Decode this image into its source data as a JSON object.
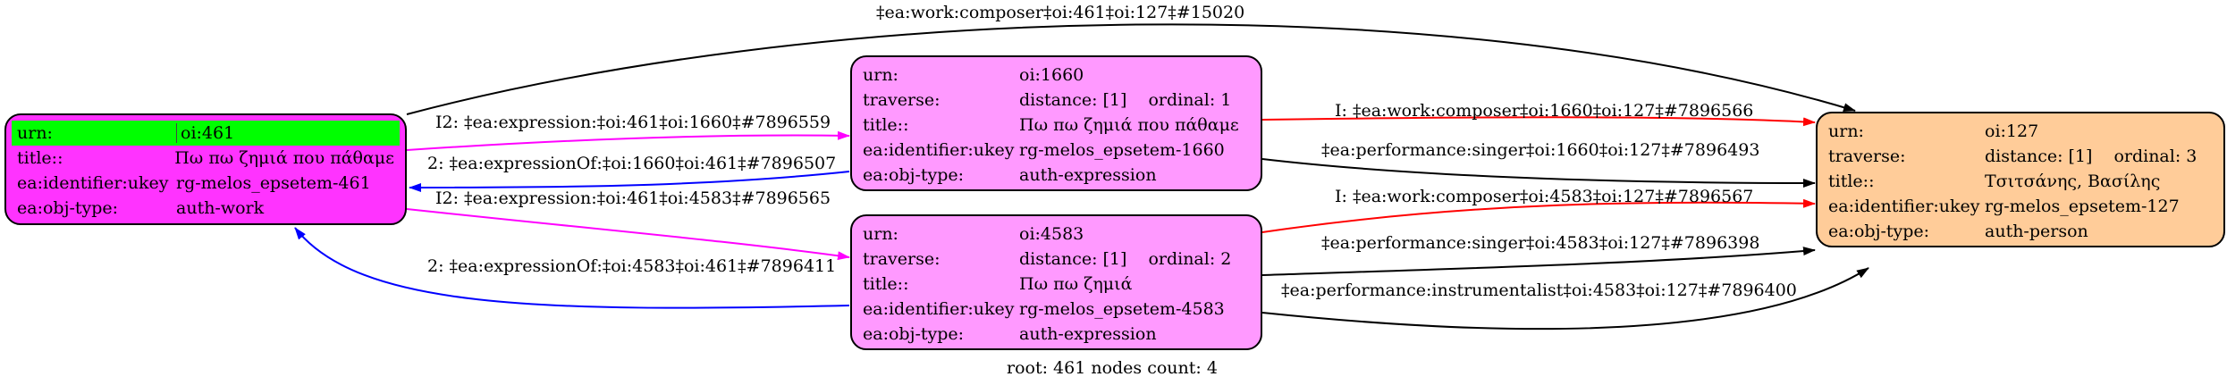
{
  "nodes": {
    "n461": {
      "rows": [
        {
          "k": "urn:",
          "v": "oi:461"
        },
        {
          "k": "title::",
          "v": "Πω πω ζημιά που πάθαμε"
        },
        {
          "k": "ea:identifier:ukey",
          "v": "rg-melos_epsetem-461"
        },
        {
          "k": "ea:obj-type:",
          "v": "auth-work"
        }
      ],
      "fill": "#ff33ff",
      "highlight": "#00ff00"
    },
    "n1660": {
      "rows": [
        {
          "k": "urn:",
          "v": "oi:1660"
        },
        {
          "k": "traverse:",
          "v": "distance: [1]",
          "v2": "ordinal: 1"
        },
        {
          "k": "title::",
          "v": "Πω πω ζημιά που πάθαμε"
        },
        {
          "k": "ea:identifier:ukey",
          "v": "rg-melos_epsetem-1660"
        },
        {
          "k": "ea:obj-type:",
          "v": "auth-expression"
        }
      ],
      "fill": "#ff99ff"
    },
    "n4583": {
      "rows": [
        {
          "k": "urn:",
          "v": "oi:4583"
        },
        {
          "k": "traverse:",
          "v": "distance: [1]",
          "v2": "ordinal: 2"
        },
        {
          "k": "title::",
          "v": "Πω πω ζημιά"
        },
        {
          "k": "ea:identifier:ukey",
          "v": "rg-melos_epsetem-4583"
        },
        {
          "k": "ea:obj-type:",
          "v": "auth-expression"
        }
      ],
      "fill": "#ff99ff"
    },
    "n127": {
      "rows": [
        {
          "k": "urn:",
          "v": "oi:127"
        },
        {
          "k": "traverse:",
          "v": "distance: [1]",
          "v2": "ordinal: 3"
        },
        {
          "k": "title::",
          "v": "Τσιτσάνης, Βασίλης"
        },
        {
          "k": "ea:identifier:ukey",
          "v": "rg-melos_epsetem-127"
        },
        {
          "k": "ea:obj-type:",
          "v": "auth-person"
        }
      ],
      "fill": "#ffcc99"
    }
  },
  "edges": [
    {
      "id": "e-composer-461",
      "label": "‡ea:work:composer‡oi:461‡oi:127‡#15020",
      "color": "#000000"
    },
    {
      "id": "e-expr-461-1660",
      "label": "I2: ‡ea:expression:‡oi:461‡oi:1660‡#7896559",
      "color": "#ff00ff"
    },
    {
      "id": "e-exprof-1660-461",
      "label": "2: ‡ea:expressionOf:‡oi:1660‡oi:461‡#7896507",
      "color": "#0000ff"
    },
    {
      "id": "e-expr-461-4583",
      "label": "I2: ‡ea:expression:‡oi:461‡oi:4583‡#7896565",
      "color": "#ff00ff"
    },
    {
      "id": "e-exprof-4583-461",
      "label": "2: ‡ea:expressionOf:‡oi:4583‡oi:461‡#7896411",
      "color": "#0000ff"
    },
    {
      "id": "e-composer-1660",
      "label": "I: ‡ea:work:composer‡oi:1660‡oi:127‡#7896566",
      "color": "#ff0000"
    },
    {
      "id": "e-singer-1660",
      "label": "‡ea:performance:singer‡oi:1660‡oi:127‡#7896493",
      "color": "#000000"
    },
    {
      "id": "e-composer-4583",
      "label": "I: ‡ea:work:composer‡oi:4583‡oi:127‡#7896567",
      "color": "#ff0000"
    },
    {
      "id": "e-singer-4583",
      "label": "‡ea:performance:singer‡oi:4583‡oi:127‡#7896398",
      "color": "#000000"
    },
    {
      "id": "e-instr-4583",
      "label": "‡ea:performance:instrumentalist‡oi:4583‡oi:127‡#7896400",
      "color": "#000000"
    }
  ],
  "footer": "root: 461 nodes count: 4"
}
